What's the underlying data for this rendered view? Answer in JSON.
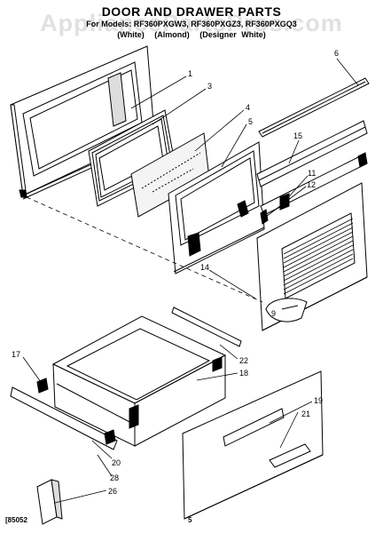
{
  "title": "DOOR AND DRAWER PARTS",
  "subtitle": "For Models: RF360PXGW3, RF360PXGZ3, RF360PXGQ3",
  "variants": [
    "(White)",
    "(Almond)",
    "(Designer White)"
  ],
  "watermark": "AppliancePartsPros.com",
  "footer": {
    "code": "[85052",
    "page": "5"
  },
  "callouts": [
    {
      "id": "1",
      "label": "1"
    },
    {
      "id": "3",
      "label": "3"
    },
    {
      "id": "4",
      "label": "4"
    },
    {
      "id": "5",
      "label": "5"
    },
    {
      "id": "6",
      "label": "6"
    },
    {
      "id": "15",
      "label": "15"
    },
    {
      "id": "11",
      "label": "11"
    },
    {
      "id": "12",
      "label": "12"
    },
    {
      "id": "14",
      "label": "14"
    },
    {
      "id": "9",
      "label": "9"
    },
    {
      "id": "17",
      "label": "17"
    },
    {
      "id": "22",
      "label": "22"
    },
    {
      "id": "18",
      "label": "18"
    },
    {
      "id": "19",
      "label": "19"
    },
    {
      "id": "21",
      "label": "21"
    },
    {
      "id": "20",
      "label": "20"
    },
    {
      "id": "28",
      "label": "28"
    },
    {
      "id": "26",
      "label": "26"
    }
  ]
}
